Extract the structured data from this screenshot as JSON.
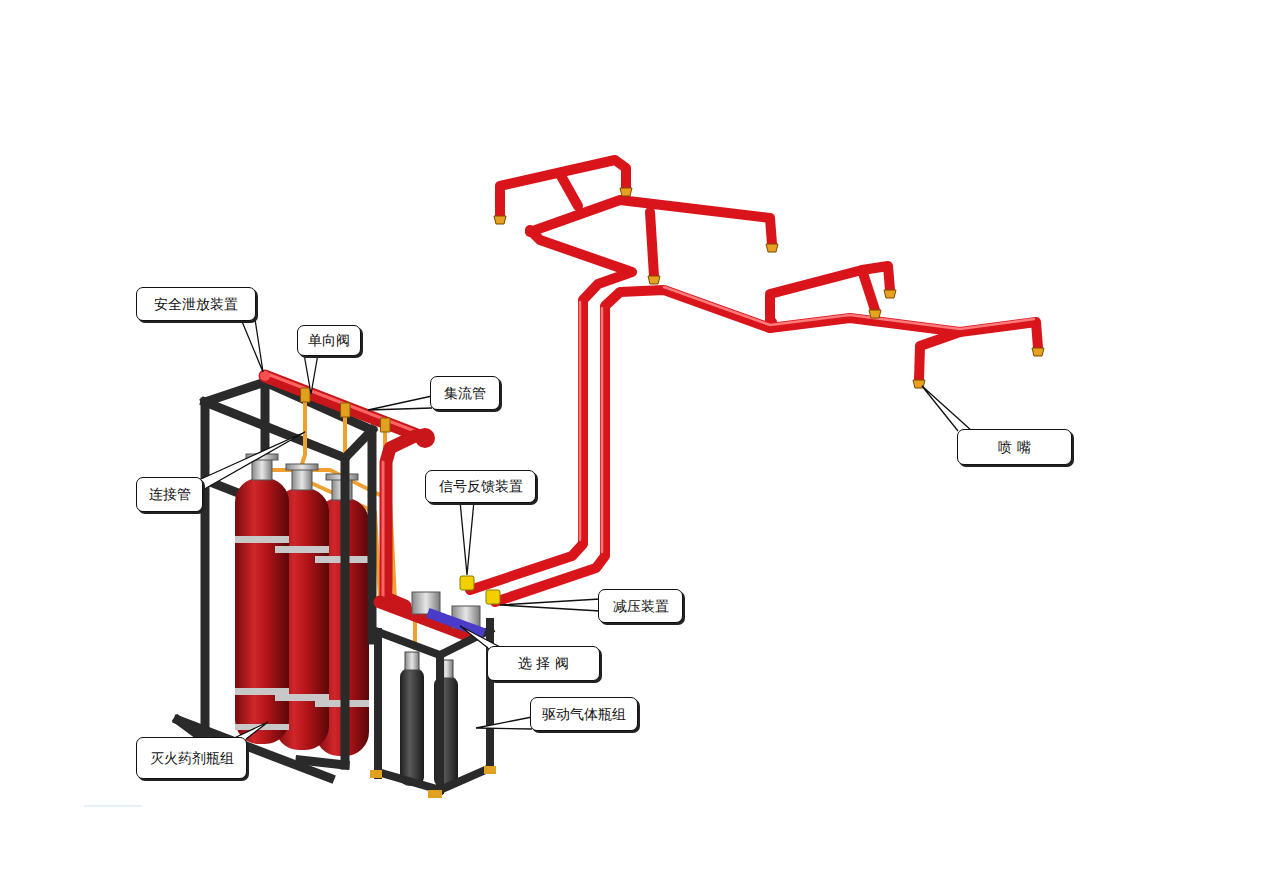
{
  "diagram": {
    "nodes": [
      {
        "text": [
          "安全泄放装置"
        ]
      },
      {
        "text": [
          "单向阀"
        ]
      },
      {
        "text": [
          "集流管"
        ]
      },
      {
        "text": [
          "喷 嘴"
        ]
      },
      {
        "text": [
          "信号反馈装置"
        ]
      },
      {
        "text": [
          "连接管"
        ]
      },
      {
        "text": [
          "减压装置"
        ]
      },
      {
        "text": [
          "选 择 阀"
        ]
      },
      {
        "text": [
          "驱动气体瓶组"
        ]
      },
      {
        "text": [
          "灭火药剂瓶组"
        ]
      }
    ]
  }
}
